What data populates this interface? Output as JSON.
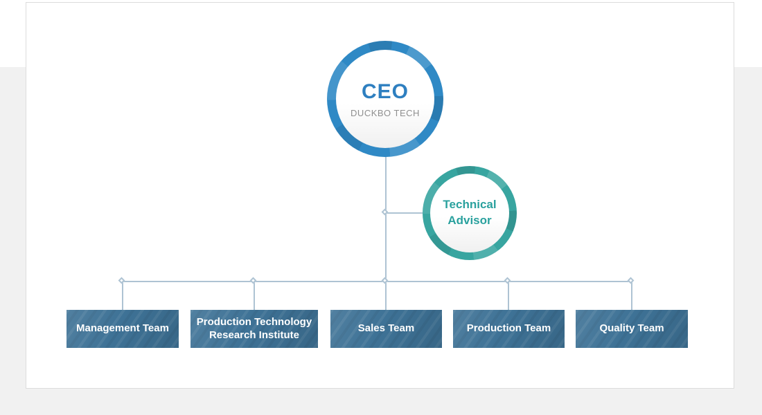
{
  "org_chart": {
    "ceo": {
      "title": "CEO",
      "subtitle": "DUCKBO TECH"
    },
    "advisor": {
      "label": "Technical Advisor"
    },
    "teams": [
      {
        "label": "Management Team"
      },
      {
        "label": "Production Technology Research Institute"
      },
      {
        "label": "Sales Team"
      },
      {
        "label": "Production Team"
      },
      {
        "label": "Quality Team"
      }
    ]
  },
  "colors": {
    "ceo_ring": "#2f89c5",
    "ceo_text": "#2e7fc0",
    "ceo_subtitle_text": "#8f8f8f",
    "advisor_ring": "#38a5a0",
    "advisor_text": "#2aa19e",
    "connector_line": "#aec3d3",
    "team_box": "#3e7296",
    "team_text": "#ffffff",
    "page_bg": "#f1f1f1",
    "card_border": "#dcdcdc"
  }
}
